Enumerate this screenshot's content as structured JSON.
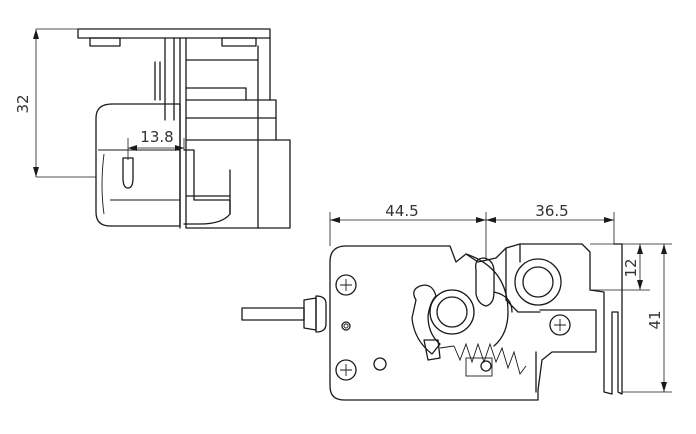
{
  "dimensions": {
    "side_height": "32",
    "side_offset": "13.8",
    "front_left_width": "44.5",
    "front_right_width": "36.5",
    "front_small_height": "12",
    "front_total_height": "41"
  },
  "colors": {
    "line": "#1a1a1a",
    "text": "#333333",
    "background": "#ffffff"
  }
}
